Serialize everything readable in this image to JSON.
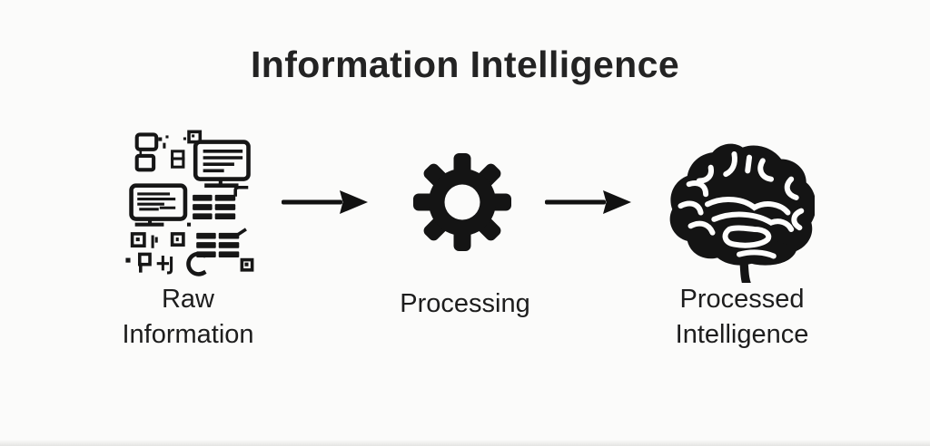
{
  "title": "Information Intelligence",
  "colors": {
    "background": "#fbfbfa",
    "ink": "#161616"
  },
  "stages": [
    {
      "name": "raw-information",
      "icon": "raw-data-cluster-icon",
      "label_lines": [
        "Raw",
        "Information"
      ]
    },
    {
      "name": "processing",
      "icon": "gear-icon",
      "label_lines": [
        "Processing"
      ]
    },
    {
      "name": "processed-intelligence",
      "icon": "brain-icon",
      "label_lines": [
        "Processed",
        "Intelligence"
      ]
    }
  ],
  "connectors": [
    {
      "icon": "arrow-right-icon"
    },
    {
      "icon": "arrow-right-icon"
    }
  ]
}
